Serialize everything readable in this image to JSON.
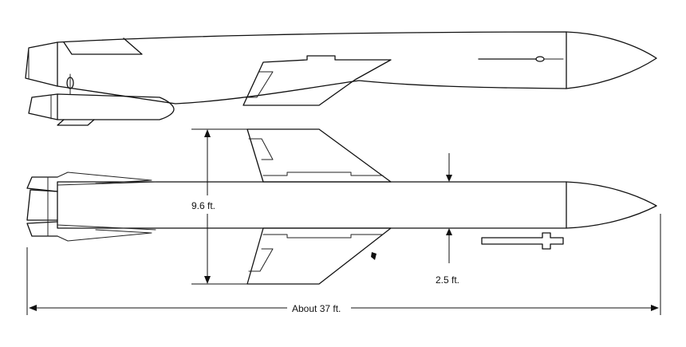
{
  "dimensions": {
    "height_label": "9.6 ft.",
    "span_label": "2.5 ft.",
    "length_label": "About 37 ft."
  },
  "colors": {
    "ink": "#111111",
    "background": "#ffffff"
  }
}
